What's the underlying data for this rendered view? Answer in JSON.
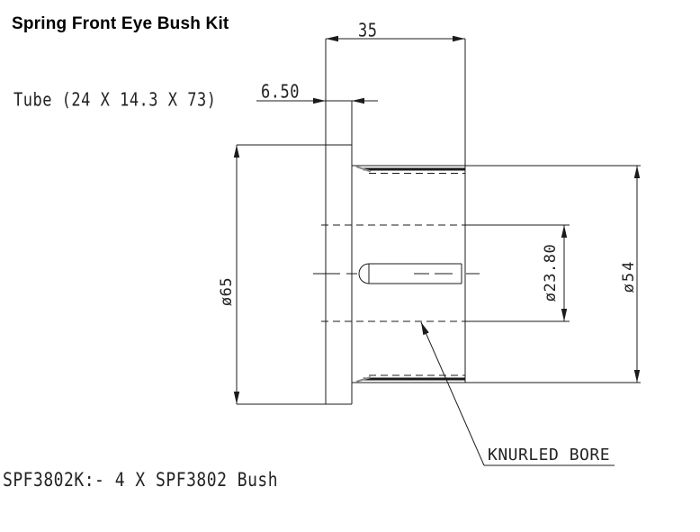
{
  "page": {
    "title": "Spring Front Eye Bush Kit",
    "tube_note": "Tube (24 X 14.3 X 73)",
    "part_note": "SPF3802K:- 4 X SPF3802 Bush"
  },
  "drawing": {
    "dim_overall_length": "35",
    "dim_flange_thickness": "6.50",
    "dim_flange_diameter": "ø65",
    "dim_bore_diameter": "ø23.80",
    "dim_body_diameter": "ø54",
    "label_knurled_bore": "KNURLED BORE"
  },
  "colors": {
    "line": "#1b1b1b",
    "background": "#ffffff"
  }
}
